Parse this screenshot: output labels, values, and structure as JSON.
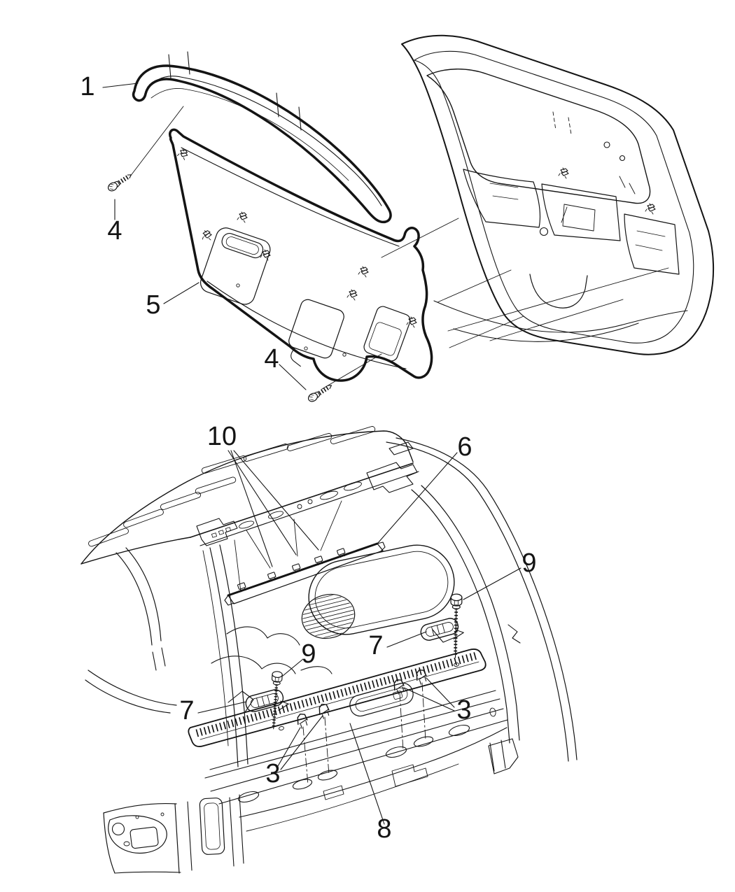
{
  "colors": {
    "background": "#ffffff",
    "line": "#141414"
  },
  "figures": {
    "upper_liftgate_trim": {
      "callouts": [
        {
          "id": "callout-molding",
          "label": "1"
        },
        {
          "id": "callout-screw-upper",
          "label": "4"
        },
        {
          "id": "callout-trim-panel",
          "label": "5"
        },
        {
          "id": "callout-screw-lower",
          "label": "4"
        }
      ]
    },
    "lower_body_rear": {
      "callouts": [
        {
          "id": "callout-header-clips",
          "label": "10"
        },
        {
          "id": "callout-header-strip",
          "label": "6"
        },
        {
          "id": "callout-bolt-right",
          "label": "9"
        },
        {
          "id": "callout-bracket-right",
          "label": "7"
        },
        {
          "id": "callout-bolt-left",
          "label": "9"
        },
        {
          "id": "callout-bracket-left",
          "label": "7"
        },
        {
          "id": "callout-sill-clips-right",
          "label": "3"
        },
        {
          "id": "callout-sill-clips-left",
          "label": "3"
        },
        {
          "id": "callout-scuff-plate",
          "label": "8"
        }
      ]
    }
  }
}
